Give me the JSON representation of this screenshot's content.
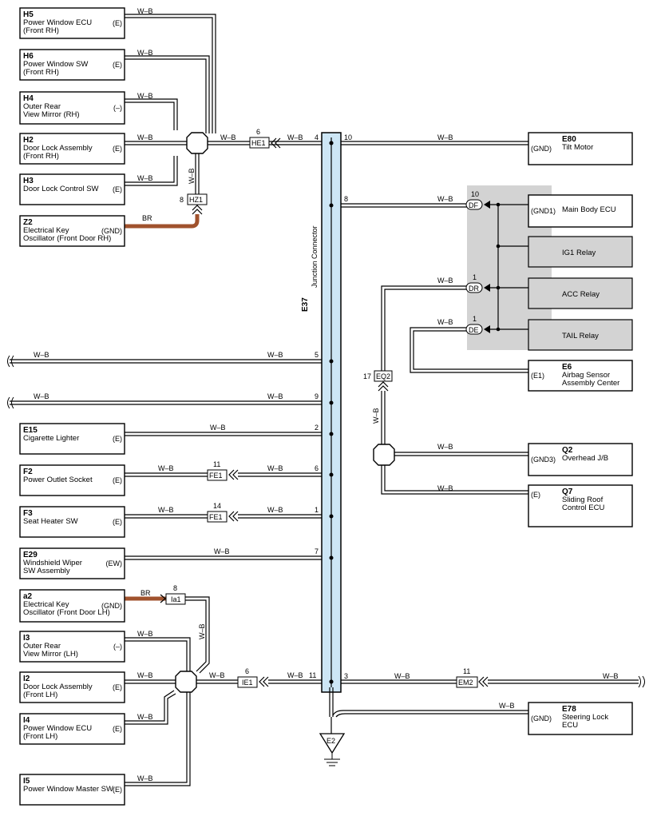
{
  "components": {
    "H5": {
      "id": "H5",
      "name": [
        "Power Window ECU",
        "(Front RH)"
      ],
      "pin": "(E)",
      "wire": "W–B"
    },
    "H6": {
      "id": "H6",
      "name": [
        "Power Window SW",
        "(Front RH)"
      ],
      "pin": "(E)",
      "wire": "W–B"
    },
    "H4": {
      "id": "H4",
      "name": [
        "Outer Rear",
        "View Mirror (RH)"
      ],
      "pin": "(–)",
      "wire": "W–B"
    },
    "H2": {
      "id": "H2",
      "name": [
        "Door Lock Assembly",
        "(Front RH)"
      ],
      "pin": "(E)",
      "wire": "W–B"
    },
    "H3": {
      "id": "H3",
      "name": [
        "Door Lock Control SW"
      ],
      "pin": "(E)",
      "wire": "W–B"
    },
    "Z2": {
      "id": "Z2",
      "name": [
        "Electrical Key",
        "Oscillator (Front Door RH)"
      ],
      "pin": "(GND)",
      "wire": "BR"
    },
    "E15": {
      "id": "E15",
      "name": [
        "Cigarette Lighter"
      ],
      "pin": "(E)",
      "wire": "W–B"
    },
    "F2": {
      "id": "F2",
      "name": [
        "Power Outlet Socket"
      ],
      "pin": "(E)",
      "wire": "W–B"
    },
    "F3": {
      "id": "F3",
      "name": [
        "Seat Heater SW"
      ],
      "pin": "(E)",
      "wire": "W–B"
    },
    "E29": {
      "id": "E29",
      "name": [
        "Windshield Wiper",
        "SW Assembly"
      ],
      "pin": "(EW)",
      "wire": "W–B"
    },
    "a2": {
      "id": "a2",
      "name": [
        "Electrical Key",
        "Oscillator (Front Door LH)"
      ],
      "pin": "(GND)",
      "wire": "BR"
    },
    "I3": {
      "id": "I3",
      "name": [
        "Outer Rear",
        "View Mirror (LH)"
      ],
      "pin": "(–)",
      "wire": "W–B"
    },
    "I2": {
      "id": "I2",
      "name": [
        "Door Lock Assembly",
        "(Front LH)"
      ],
      "pin": "(E)",
      "wire": "W–B"
    },
    "I4": {
      "id": "I4",
      "name": [
        "Power Window ECU",
        "(Front LH)"
      ],
      "pin": "(E)",
      "wire": "W–B"
    },
    "I5": {
      "id": "I5",
      "name": [
        "Power Window Master SW"
      ],
      "pin": "(E)",
      "wire": "W–B"
    },
    "E80": {
      "id": "E80",
      "name": [
        "Tilt Motor"
      ],
      "pin": "(GND)",
      "wire": "W–B"
    },
    "MBE": {
      "id": "",
      "name": [
        "Main Body ECU"
      ],
      "pin": "(GND1)"
    },
    "IG1": {
      "name": "IG1 Relay"
    },
    "ACC": {
      "name": "ACC Relay"
    },
    "TAIL": {
      "name": "TAIL Relay"
    },
    "E6": {
      "id": "E6",
      "name": [
        "Airbag Sensor",
        "Assembly Center"
      ],
      "pin": "(E1)"
    },
    "Q2": {
      "id": "Q2",
      "name": [
        "Overhead J/B"
      ],
      "pin": "(GND3)",
      "wire": "W–B"
    },
    "Q7": {
      "id": "Q7",
      "name": [
        "Sliding Roof",
        "Control ECU"
      ],
      "pin": "(E)",
      "wire": "W–B"
    },
    "E78": {
      "id": "E78",
      "name": [
        "Steering Lock",
        "ECU"
      ],
      "pin": "(GND)",
      "wire": "W–B"
    }
  },
  "junction": {
    "id": "E37",
    "name": "Junction Connector",
    "pins": {
      "p4": "4",
      "p10": "10",
      "p8": "8",
      "p5": "5",
      "p9": "9",
      "p2": "2",
      "p6": "6",
      "p1": "1",
      "p7": "7",
      "p11": "11",
      "p3": "3"
    }
  },
  "connectors": {
    "HE1": {
      "label": "HE1",
      "pin": "6"
    },
    "HZ1": {
      "label": "HZ1",
      "pin": "8"
    },
    "FE1a": {
      "label": "FE1",
      "pin": "11"
    },
    "FE1b": {
      "label": "FE1",
      "pin": "14"
    },
    "Ia1": {
      "label": "Ia1",
      "pin": "8"
    },
    "IE1": {
      "label": "IE1",
      "pin": "6"
    },
    "EM2": {
      "label": "EM2",
      "pin": "11"
    },
    "EQ2": {
      "label": "EQ2",
      "pin": "17"
    },
    "DF": {
      "label": "DF",
      "pin": "10"
    },
    "DR": {
      "label": "DR",
      "pin": "1"
    },
    "DE": {
      "label": "DE",
      "pin": "1"
    },
    "E2": {
      "label": "E2"
    }
  },
  "wire_label": "W–B",
  "wire_label_br": "BR",
  "colors": {
    "junction_fill": "#cde6f5",
    "br_wire": "#a0522d",
    "shaded_area": "#d3d3d3"
  }
}
